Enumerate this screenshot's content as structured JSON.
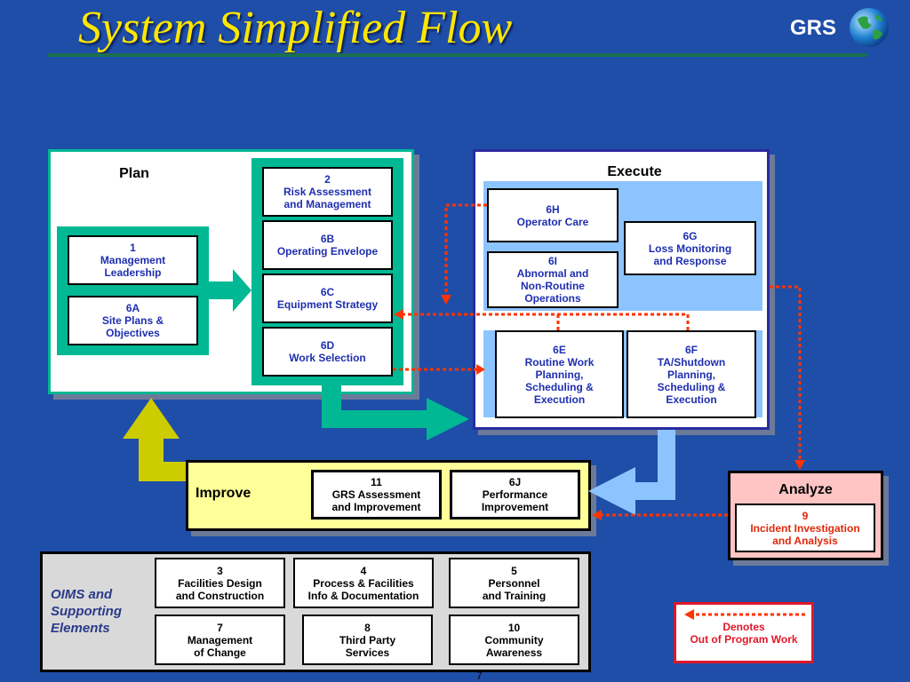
{
  "header": {
    "title": "System Simplified Flow",
    "logo_text": "GRS"
  },
  "plan": {
    "label": "Plan",
    "left_boxes": [
      {
        "num": "1",
        "text": "Management\nLeadership"
      },
      {
        "num": "6A",
        "text": "Site Plans &\nObjectives"
      }
    ],
    "right_boxes": [
      {
        "num": "2",
        "text": "Risk Assessment\nand Management"
      },
      {
        "num": "6B",
        "text": "Operating Envelope"
      },
      {
        "num": "6C",
        "text": "Equipment Strategy"
      },
      {
        "num": "6D",
        "text": "Work Selection"
      }
    ]
  },
  "execute": {
    "label": "Execute",
    "boxes": [
      {
        "num": "6H",
        "text": "Operator Care"
      },
      {
        "num": "6G",
        "text": "Loss Monitoring\nand Response"
      },
      {
        "num": "6I",
        "text": "Abnormal and\nNon-Routine\nOperations"
      },
      {
        "num": "6E",
        "text": "Routine Work\nPlanning,\nScheduling &\nExecution"
      },
      {
        "num": "6F",
        "text": "TA/Shutdown\nPlanning,\nScheduling &\nExecution"
      }
    ]
  },
  "improve": {
    "label": "Improve",
    "boxes": [
      {
        "num": "11",
        "text": "GRS Assessment\nand Improvement"
      },
      {
        "num": "6J",
        "text": "Performance\nImprovement"
      }
    ]
  },
  "analyze": {
    "label": "Analyze",
    "box": {
      "num": "9",
      "text": "Incident Investigation\nand Analysis"
    }
  },
  "oims": {
    "label": "OIMS and\nSupporting\nElements",
    "boxes": [
      {
        "num": "3",
        "text": "Facilities Design\nand Construction"
      },
      {
        "num": "4",
        "text": "Process & Facilities\nInfo & Documentation"
      },
      {
        "num": "5",
        "text": "Personnel\nand Training"
      },
      {
        "num": "7",
        "text": "Management\nof Change"
      },
      {
        "num": "8",
        "text": "Third Party\nServices"
      },
      {
        "num": "10",
        "text": "Community\nAwareness"
      }
    ]
  },
  "legend": {
    "text": "Denotes\nOut of Program Work"
  },
  "footer": {
    "page_number": "7"
  },
  "colors": {
    "background": "#1f4ea8",
    "title": "#ffe600",
    "plan_green": "#00b894",
    "execute_blue": "#8cc4ff",
    "improve_yellow": "#ffff99",
    "analyze_pink": "#ffc4c4",
    "dotted_arrow": "#ff3300"
  }
}
